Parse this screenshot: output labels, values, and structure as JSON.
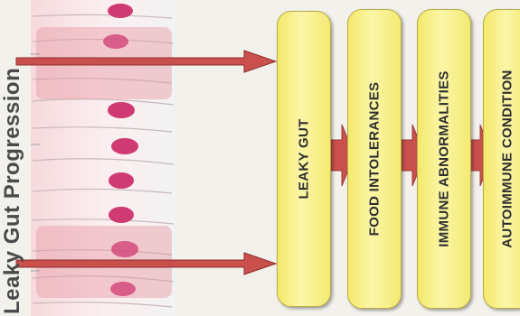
{
  "title": "Leaky Gut Progression",
  "steps": [
    {
      "label": "LEAKY GUT"
    },
    {
      "label": "FOOD INTOLERANCES"
    },
    {
      "label": "IMMUNE ABNORMALITIES"
    },
    {
      "label": "AUTOIMMUNE CONDITION"
    }
  ],
  "colors": {
    "pill_fill": "#f7ef86",
    "pill_border": "#b8ad4a",
    "arrow": "#c9504d",
    "cell_pink": "#e38b95",
    "nucleus": "#d03a72"
  },
  "icons": [
    "intestinal-lining-illustration",
    "arrow-right-icon"
  ]
}
